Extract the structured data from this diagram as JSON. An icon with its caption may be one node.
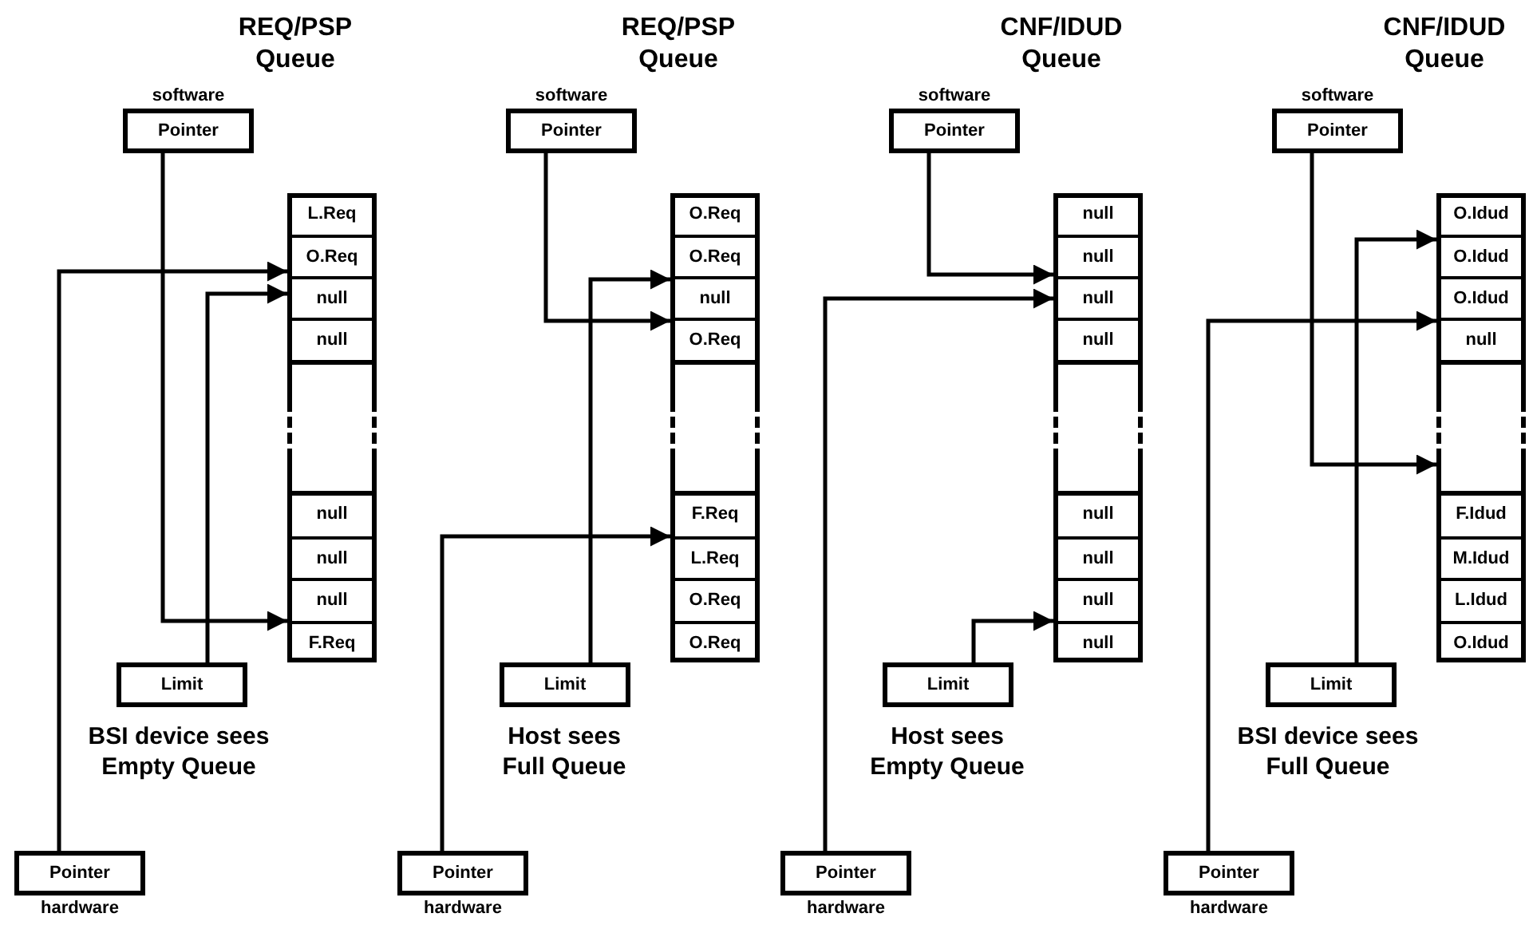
{
  "diagram": {
    "nodes": [
      {
        "text": [
          "Pointer"
        ],
        "beside": [
          "software"
        ]
      },
      {
        "text": [],
        "shape": "box"
      },
      {
        "text": [
          "L.Req"
        ],
        "in": 1
      },
      {
        "text": [
          "O.Req"
        ],
        "in": 1
      },
      {
        "text": [
          "null"
        ],
        "in": 1
      },
      {
        "text": [
          "null"
        ],
        "in": 1
      },
      {
        "text": [
          "null"
        ],
        "in": 1
      },
      {
        "text": [
          "null"
        ],
        "in": 1
      },
      {
        "text": [
          "null"
        ],
        "in": 1
      },
      {
        "text": [
          "F.Req"
        ],
        "in": 1
      },
      {
        "text": [
          "Limit"
        ]
      },
      {
        "text": [
          "Pointer"
        ],
        "beside": [
          "hardware"
        ]
      },
      {
        "text": [
          "Pointer"
        ],
        "beside": [
          "software"
        ]
      },
      {
        "text": [],
        "shape": "box"
      },
      {
        "text": [
          "O.Req"
        ],
        "in": 13
      },
      {
        "text": [
          "O.Req"
        ],
        "in": 13
      },
      {
        "text": [
          "null"
        ],
        "in": 13
      },
      {
        "text": [
          "O.Req"
        ],
        "in": 13
      },
      {
        "text": [
          "F.Req"
        ],
        "in": 13
      },
      {
        "text": [
          "L.Req"
        ],
        "in": 13
      },
      {
        "text": [
          "O.Req"
        ],
        "in": 13
      },
      {
        "text": [
          "O.Req"
        ],
        "in": 13
      },
      {
        "text": [
          "Limit"
        ]
      },
      {
        "text": [
          "Pointer"
        ],
        "beside": [
          "hardware"
        ]
      },
      {
        "text": [
          "Pointer"
        ],
        "beside": [
          "software"
        ]
      },
      {
        "text": [],
        "shape": "box"
      },
      {
        "text": [
          "null"
        ],
        "in": 25
      },
      {
        "text": [
          "null"
        ],
        "in": 25
      },
      {
        "text": [
          "null"
        ],
        "in": 25
      },
      {
        "text": [
          "null"
        ],
        "in": 25
      },
      {
        "text": [
          "null"
        ],
        "in": 25
      },
      {
        "text": [
          "null"
        ],
        "in": 25
      },
      {
        "text": [
          "null"
        ],
        "in": 25
      },
      {
        "text": [
          "null"
        ],
        "in": 25
      },
      {
        "text": [
          "Limit"
        ]
      },
      {
        "text": [
          "Pointer"
        ],
        "beside": [
          "hardware"
        ]
      },
      {
        "text": [
          "Pointer"
        ],
        "beside": [
          "software"
        ]
      },
      {
        "text": [],
        "shape": "box"
      },
      {
        "text": [
          "O.Idud"
        ],
        "in": 37
      },
      {
        "text": [
          "O.Idud"
        ],
        "in": 37
      },
      {
        "text": [
          "O.Idud"
        ],
        "in": 37
      },
      {
        "text": [
          "null"
        ],
        "in": 37
      },
      {
        "text": [
          "F.Idud"
        ],
        "in": 37
      },
      {
        "text": [
          "M.Idud"
        ],
        "in": 37
      },
      {
        "text": [
          "L.Idud"
        ],
        "in": 37
      },
      {
        "text": [
          "O.Idud"
        ],
        "in": 37
      },
      {
        "text": [
          "Limit"
        ]
      },
      {
        "text": [
          "Pointer"
        ],
        "beside": [
          "hardware"
        ]
      }
    ],
    "edges": [
      {
        "from": 0,
        "to": 1,
        "arrow": "to"
      },
      {
        "from": 11,
        "to": 1,
        "arrow": "to"
      },
      {
        "from": 10,
        "to": 1,
        "arrow": "to"
      },
      {
        "from": 12,
        "to": 13,
        "arrow": "to"
      },
      {
        "from": 23,
        "to": 13,
        "arrow": "to"
      },
      {
        "from": 22,
        "to": 13,
        "arrow": "to"
      },
      {
        "from": 24,
        "to": 25,
        "arrow": "to"
      },
      {
        "from": 35,
        "to": 25,
        "arrow": "to"
      },
      {
        "from": 34,
        "to": 25,
        "arrow": "to"
      },
      {
        "from": 36,
        "to": 37,
        "arrow": "to"
      },
      {
        "from": 47,
        "to": 37,
        "arrow": "to"
      },
      {
        "from": 46,
        "to": 37,
        "arrow": "to"
      }
    ],
    "labels": [
      "REQ/PSP Queue",
      "REQ/PSP Queue",
      "CNF/IDUD Queue",
      "CNF/IDUD Queue",
      "BSI device sees Empty Queue",
      "Host sees Full Queue",
      "Host sees Empty Queue",
      "BSI device sees Full Queue"
    ]
  }
}
